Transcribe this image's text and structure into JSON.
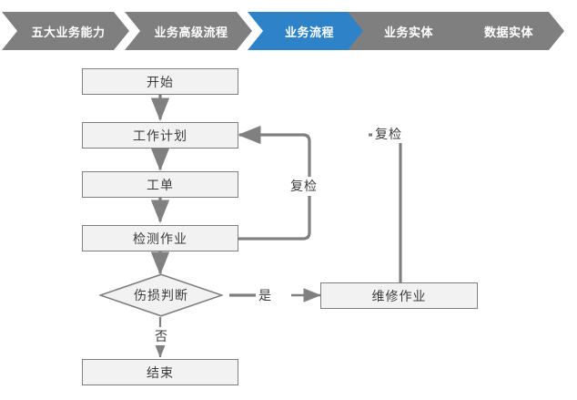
{
  "breadcrumb": {
    "active_color": "#2E82C8",
    "inactive_color": "#7F7F7F",
    "text_color": "#FFFFFF",
    "items": [
      {
        "label": "五大业务能力",
        "active": false
      },
      {
        "label": "业务高级流程",
        "active": false
      },
      {
        "label": "业务流程",
        "active": true
      },
      {
        "label": "业务实体",
        "active": false
      },
      {
        "label": "数据实体",
        "active": false
      }
    ]
  },
  "flowchart": {
    "node_fill": "#F2F2F2",
    "node_border": "#7F7F7F",
    "connector_color": "#808080",
    "text_color": "#3C3C3C",
    "nodes": [
      {
        "id": "start",
        "label": "开始",
        "shape": "rect"
      },
      {
        "id": "work_plan",
        "label": "工作计划",
        "shape": "rect"
      },
      {
        "id": "work_order",
        "label": "工单",
        "shape": "rect"
      },
      {
        "id": "inspection",
        "label": "检测作业",
        "shape": "rect"
      },
      {
        "id": "damage",
        "label": "伤损判断",
        "shape": "diamond"
      },
      {
        "id": "repair",
        "label": "维修作业",
        "shape": "rect"
      },
      {
        "id": "end",
        "label": "结束",
        "shape": "rect"
      }
    ],
    "edge_labels": [
      {
        "id": "recheck_from_repair",
        "label": "复检"
      },
      {
        "id": "recheck_from_inspection",
        "label": "复检"
      },
      {
        "id": "yes",
        "label": "是"
      },
      {
        "id": "no",
        "label": "否"
      }
    ]
  }
}
